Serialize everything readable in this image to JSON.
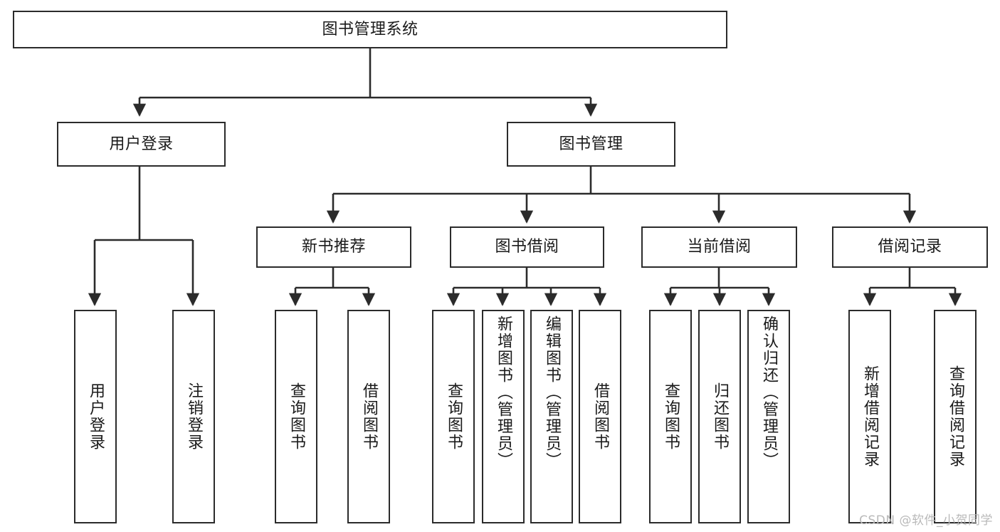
{
  "diagram": {
    "type": "tree",
    "title": "图书管理系统",
    "watermark": "CSDN @软件_小贺同学",
    "colors": {
      "box_border": "#2b2b2b",
      "box_fill": "#ffffff",
      "connector": "#2b2b2b",
      "text": "#1a1a1a",
      "watermark": "#b9b9b9"
    },
    "root": {
      "label": "图书管理系统"
    },
    "level1": [
      {
        "label": "用户登录"
      },
      {
        "label": "图书管理"
      }
    ],
    "level2": [
      {
        "label": "新书推荐"
      },
      {
        "label": "图书借阅"
      },
      {
        "label": "当前借阅"
      },
      {
        "label": "借阅记录"
      }
    ],
    "leaves": {
      "user_login": [
        {
          "label": "用户登录"
        },
        {
          "label": "注销登录"
        }
      ],
      "new_book_recommend": [
        {
          "label": "查询图书"
        },
        {
          "label": "借阅图书"
        }
      ],
      "book_borrow": [
        {
          "label": "查询图书"
        },
        {
          "label": "新增图书（管理员）"
        },
        {
          "label": "编辑图书（管理员）"
        },
        {
          "label": "借阅图书"
        }
      ],
      "current_borrow": [
        {
          "label": "查询图书"
        },
        {
          "label": "归还图书"
        },
        {
          "label": "确认归还（管理员）"
        }
      ],
      "borrow_record": [
        {
          "label": "新增借阅记录"
        },
        {
          "label": "查询借阅记录"
        }
      ]
    }
  }
}
